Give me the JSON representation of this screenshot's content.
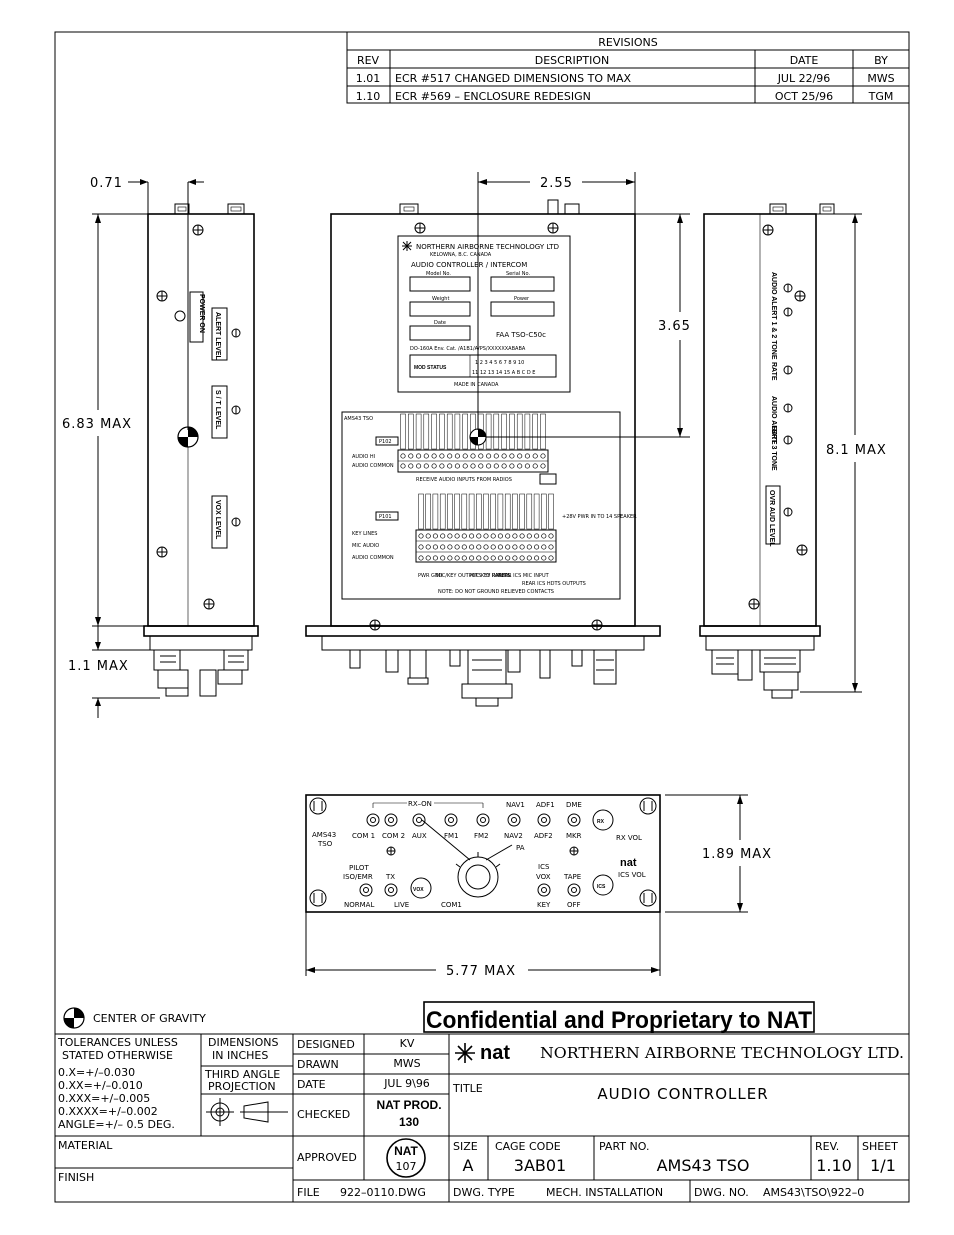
{
  "revisions": {
    "title": "REVISIONS",
    "headers": {
      "rev": "REV",
      "description": "DESCRIPTION",
      "date": "DATE",
      "by": "BY"
    },
    "rows": [
      {
        "rev": "1.01",
        "description": "ECR #517 CHANGED DIMENSIONS TO MAX",
        "date": "JUL 22/96",
        "by": "MWS"
      },
      {
        "rev": "1.10",
        "description": "ECR #569 – ENCLOSURE REDESIGN",
        "date": "OCT 25/96",
        "by": "TGM"
      }
    ]
  },
  "dimensions": {
    "d071": "0.71",
    "d255": "2.55",
    "d365": "3.65",
    "d683": "6.83 MAX",
    "d81": "8.1 MAX",
    "d11": "1.1 MAX",
    "d189": "1.89 MAX",
    "d577": "5.77 MAX"
  },
  "left_side_labels": {
    "power_on": "POWER ON",
    "alert_level": "ALERT LEVEL",
    "st_level": "S / T LEVEL",
    "vox_level": "VOX LEVEL"
  },
  "right_side_labels": {
    "audio_alert_tone": "AUDIO ALERT 1 & 2 TONE",
    "rate_1": "RATE",
    "audio_alert_3_tone": "AUDIO ALERT 3 TONE",
    "rate_2": "RATE",
    "ovr_aud_level": "OVR AUD LEVEL"
  },
  "nameplate": {
    "company": "NORTHERN AIRBORNE TECHNOLOGY LTD",
    "city": "KELOWNA, B.C. CANADA",
    "product": "AUDIO CONTROLLER / INTERCOM",
    "fields": [
      "Model No.",
      "Serial No.",
      "Weight",
      "Power",
      "Date"
    ],
    "tso": "FAA TSO-C50c",
    "env": "DO-160A Env. Cat. /A1B1/A/PS/XXXXXXABABA",
    "mod_status": "MOD STATUS",
    "mod_row1": "1 2 3 4 5 6 7 8 9 10",
    "mod_row2": "11 12 13 14 15 A B C D E",
    "made_in": "MADE IN CANADA"
  },
  "connector_label": {
    "model": "AMS43 TSO",
    "p102": "P102",
    "p101": "P101",
    "audio_hi": "AUDIO HI",
    "audio_common": "AUDIO COMMON",
    "receive_inputs": "RECEIVE AUDIO INPUTS FROM RADIOS",
    "key_lines": "KEY LINES",
    "mic_audio": "MIC AUDIO",
    "audio_common2": "AUDIO COMMON",
    "pwr_note": "+28V PWR IN TO 14 SPEAKER",
    "bottom_groups": [
      "PWR GND",
      "MIC/KEY OUTPUTS TO RADIOS",
      "MIC KEY INPUTS",
      "REAR ICS MIC INPUT",
      "REAR ICS HDTS OUTPUTS"
    ],
    "note": "NOTE: DO NOT GROUND RELIEVED CONTACTS"
  },
  "front_panel": {
    "rx_on": "RX–ON",
    "model": "AMS43",
    "tso": "TSO",
    "com1": "COM 1",
    "com2": "COM 2",
    "aux": "AUX",
    "fm1": "FM1",
    "fm2": "FM2",
    "nav1": "NAV1",
    "adf1": "ADF1",
    "dme": "DME",
    "nav2": "NAV2",
    "adf2": "ADF2",
    "mkr": "MKR",
    "pa": "PA",
    "rx_vol": "RX VOL",
    "ics_vol": "ICS VOL",
    "nat": "nat",
    "pilot": "PILOT",
    "iso_emr": "ISO/EMR",
    "normal": "NORMAL",
    "tx": "TX",
    "live": "LIVE",
    "vox_btn": "VOX",
    "com1_b": "COM1",
    "ics": "ICS",
    "vox": "VOX",
    "key": "KEY",
    "tape": "TAPE",
    "off": "OFF",
    "rx_btn": "RX",
    "ics_btn": "ICS"
  },
  "legend": {
    "cog": "CENTER OF GRAVITY",
    "confidential": "Confidential and Proprietary to NAT"
  },
  "title_block": {
    "tolerances": [
      "TOLERANCES UNLESS",
      "STATED OTHERWISE",
      "0.X=+/–0.030",
      "0.XX=+/–0.010",
      "0.XXX=+/–0.005",
      "0.XXXX=+/–0.002",
      "ANGLE=+/– 0.5 DEG."
    ],
    "dimensions": [
      "DIMENSIONS",
      "IN INCHES"
    ],
    "projection": [
      "THIRD ANGLE",
      "PROJECTION"
    ],
    "material": "MATERIAL",
    "finish": "FINISH",
    "designed_label": "DESIGNED",
    "designed_value": "KV",
    "drawn_label": "DRAWN",
    "drawn_value": "MWS",
    "date_label": "DATE",
    "date_value": "JUL 9\\96",
    "checked_label": "CHECKED",
    "checked_value_1": "NAT PROD.",
    "checked_value_2": "130",
    "approved_label": "APPROVED",
    "approved_stamp_1": "NAT",
    "approved_stamp_2": "107",
    "company_logo": "nat",
    "company": "NORTHERN AIRBORNE TECHNOLOGY LTD.",
    "title_label": "TITLE",
    "title_value": "AUDIO CONTROLLER",
    "size_label": "SIZE",
    "size_value": "A",
    "cage_label": "CAGE CODE",
    "cage_value": "3AB01",
    "part_label": "PART NO.",
    "part_value": "AMS43 TSO",
    "rev_label": "REV.",
    "rev_value": "1.10",
    "sheet_label": "SHEET",
    "sheet_value": "1/1",
    "file_label": "FILE",
    "file_value": "922–0110.DWG",
    "dwg_type_label": "DWG. TYPE",
    "dwg_type_value": "MECH. INSTALLATION",
    "dwg_no_label": "DWG. NO.",
    "dwg_no_value": "AMS43\\TSO\\922–0"
  }
}
